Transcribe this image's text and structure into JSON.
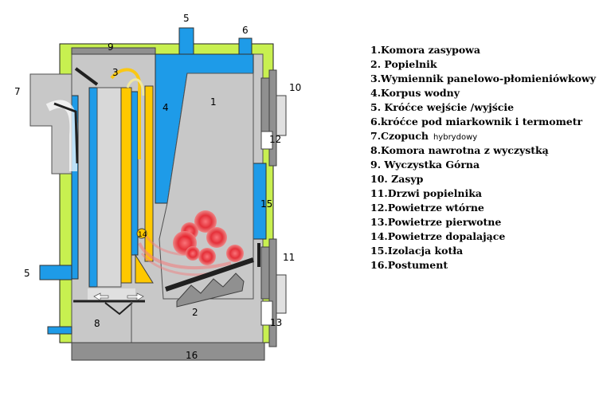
{
  "diagram": {
    "labels": {
      "n1": "1",
      "n2": "2",
      "n3": "3",
      "n4": "4",
      "n5_top": "5",
      "n5_left": "5",
      "n6": "6",
      "n7": "7",
      "n8": "8",
      "n9": "9",
      "n10": "10",
      "n11": "11",
      "n12": "12",
      "n13": "13",
      "n14": "14",
      "n15": "15",
      "n16": "16"
    }
  },
  "legend": [
    "1.Komora zasypowa",
    "2. Popielnik",
    "3.Wymiennik  panelowo-płomieniówkowy",
    "4.Korpus wodny",
    "5. Króćce wejście /wyjście",
    "6.króćce pod miarkownik i termometr",
    "7.Czopuch",
    "8.Komora nawrotna z wyczystką",
    "9. Wyczystka Górna",
    "10. Zasyp",
    "11.Drzwi popielnika",
    "12.Powietrze wtórne",
    "13.Powietrze pierwotne",
    "14.Powietrze dopalające",
    "15.Izolacja kotła",
    "16.Postument"
  ],
  "legend_note": "hybrydowy",
  "colors": {
    "insulation": "#c8f050",
    "water": "#1e9be8",
    "steel": "#c8c8c8",
    "dark": "#808080",
    "exchanger": "#ffc800",
    "fire": "#e8202a"
  }
}
